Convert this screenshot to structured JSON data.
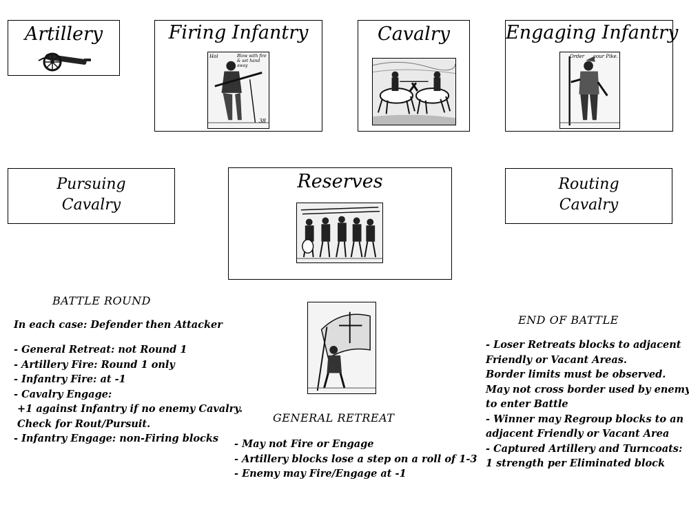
{
  "boxes": {
    "artillery": {
      "title": "Artillery"
    },
    "firing_infantry": {
      "title": "Firing Infantry"
    },
    "cavalry": {
      "title": "Cavalry"
    },
    "engaging_infantry": {
      "title": "Engaging Infantry"
    },
    "pursuing_cavalry": {
      "title_line1": "Pursuing",
      "title_line2": "Cavalry"
    },
    "reserves": {
      "title": "Reserves"
    },
    "routing_cavalry": {
      "title_line1": "Routing",
      "title_line2": "Cavalry"
    }
  },
  "woodcut_captions": {
    "firing_left": "Hol",
    "firing_right": "Blow with fire & set hand away",
    "firing_number": "38",
    "engaging_left": "Order",
    "engaging_right": "your Pike."
  },
  "battle_round": {
    "heading": "BATTLE ROUND",
    "intro": "In each case: Defender then Attacker",
    "lines": [
      "- General Retreat: not Round 1",
      "- Artillery Fire: Round 1 only",
      "- Infantry Fire: at -1",
      "- Cavalry Engage:",
      " +1 against Infantry if no enemy Cavalry.",
      " Check for Rout/Pursuit.",
      "- Infantry Engage: non-Firing blocks"
    ]
  },
  "general_retreat": {
    "heading": "GENERAL RETREAT",
    "lines": [
      "- May not Fire or Engage",
      "- Artillery blocks lose a step on a roll of 1-3",
      "- Enemy may Fire/Engage at -1"
    ]
  },
  "end_of_battle": {
    "heading": "END OF BATTLE",
    "lines": [
      "- Loser Retreats blocks to adjacent",
      "Friendly or Vacant Areas.",
      "Border limits must be observed.",
      "May not cross border used by enemy",
      "to enter Battle",
      "- Winner may Regroup blocks to an",
      "adjacent Friendly or Vacant Area",
      "- Captured Artillery and Turncoats:",
      "1 strength per Eliminated block"
    ]
  },
  "icons": [
    "cannon-icon",
    "musketeer-woodcut",
    "cavalry-woodcut",
    "pikeman-woodcut",
    "reserves-woodcut",
    "standard-bearer-woodcut"
  ]
}
